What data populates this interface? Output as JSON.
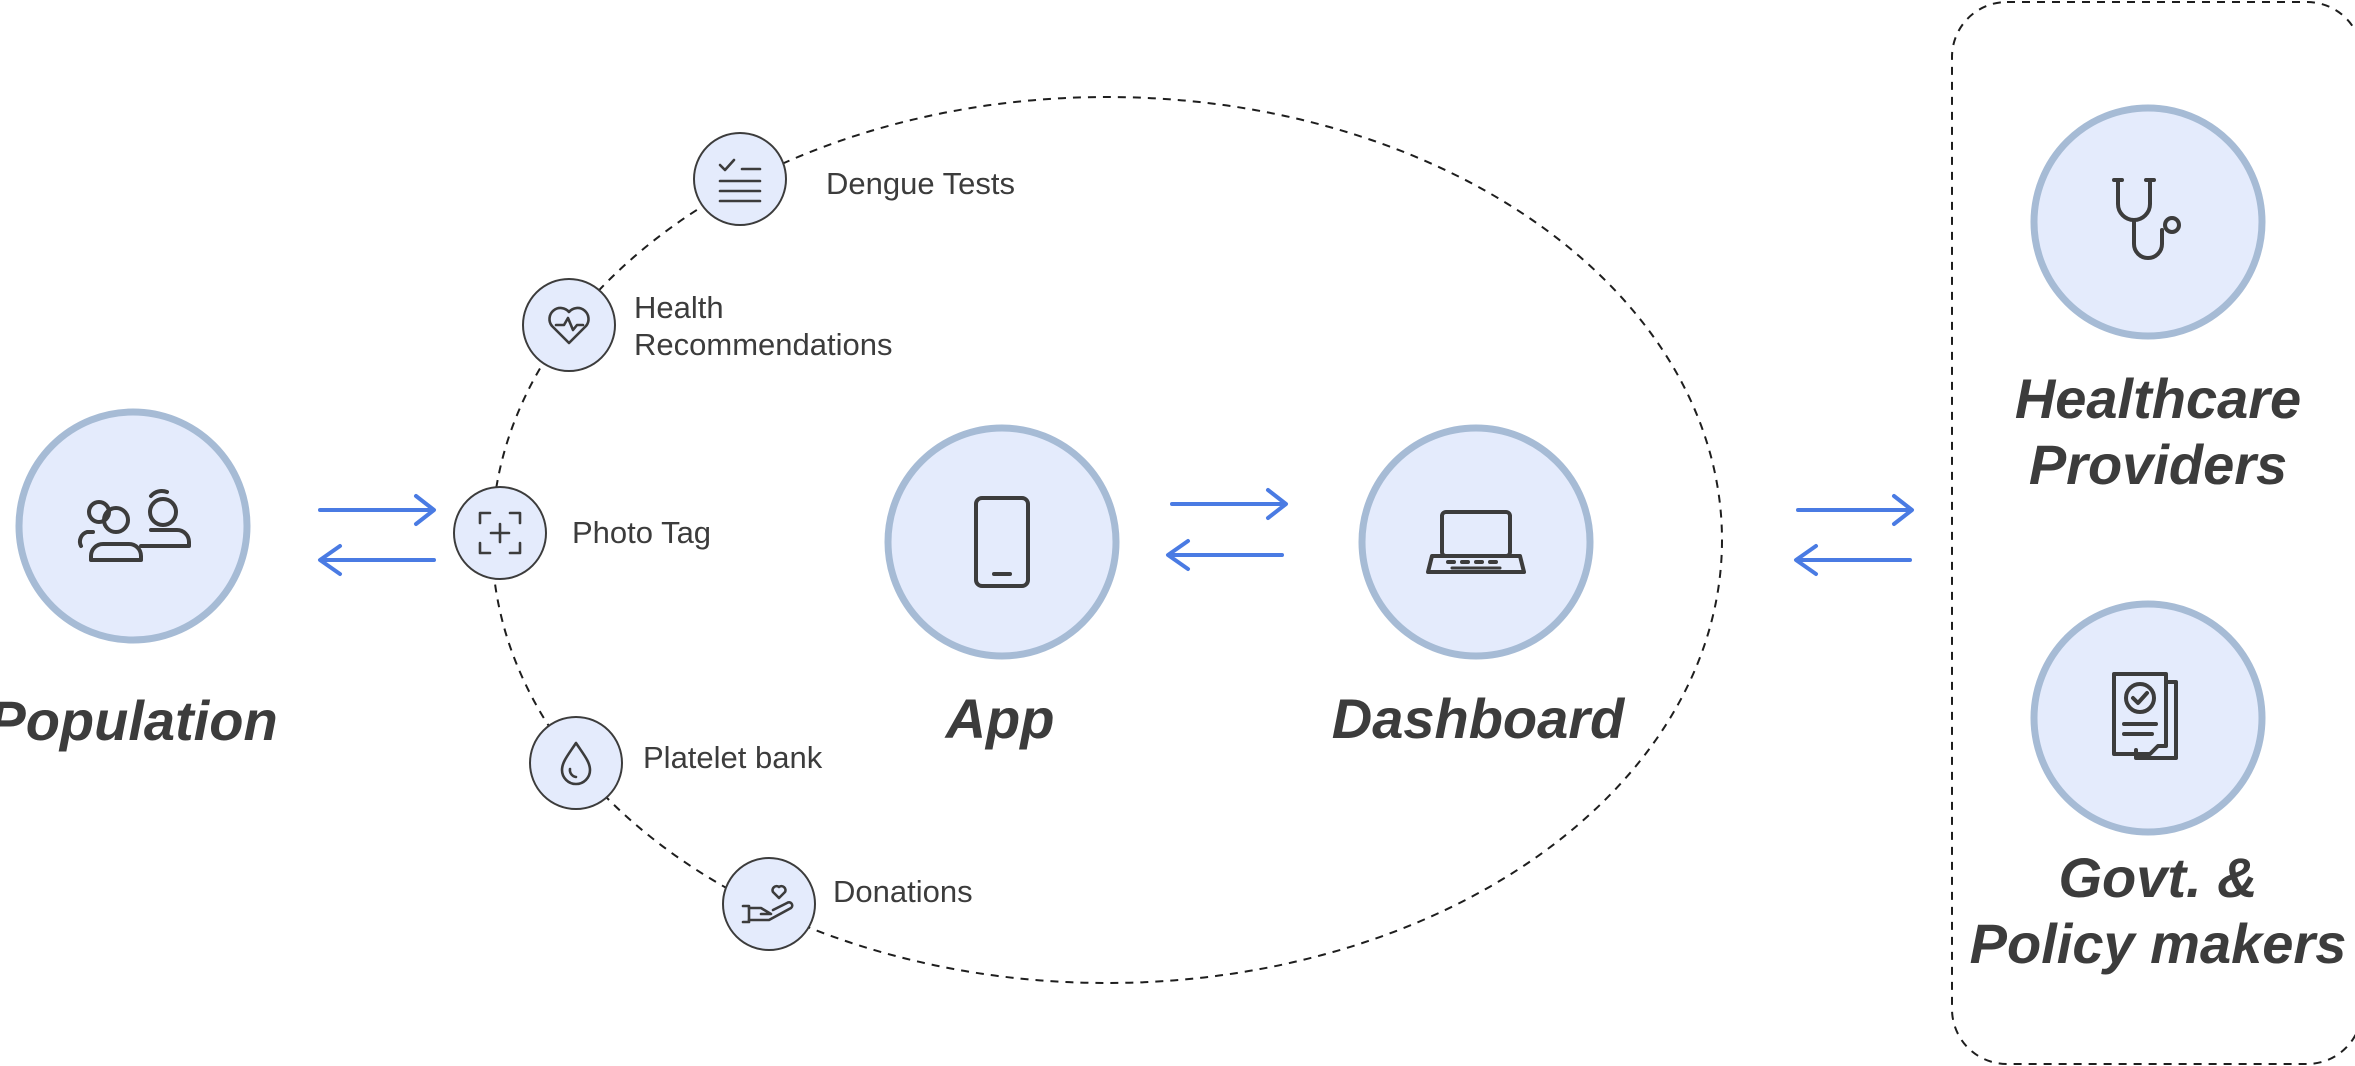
{
  "nodes": {
    "population": "Population",
    "app": "App",
    "dashboard": "Dashboard",
    "healthcare": [
      "Healthcare",
      "Providers"
    ],
    "govt": [
      "Govt. &",
      "Policy makers"
    ]
  },
  "features": {
    "dengue_tests": "Dengue Tests",
    "health_recommendations": [
      "Health",
      "Recommendations"
    ],
    "photo_tag": "Photo Tag",
    "platelet_bank": "Platelet bank",
    "donations": "Donations"
  },
  "icons": {
    "population": "people-group-icon",
    "app": "smartphone-icon",
    "dashboard": "laptop-icon",
    "healthcare": "stethoscope-icon",
    "govt": "certified-document-icon",
    "dengue_tests": "checklist-icon",
    "health_recommendations": "heart-pulse-icon",
    "photo_tag": "photo-tag-icon",
    "platelet_bank": "blood-drop-icon",
    "donations": "heart-hand-icon"
  },
  "colors": {
    "node_fill": "#e4ebfc",
    "node_ring": "#a6bbd5",
    "arrow": "#4a7be3",
    "text": "#3c3c3c"
  }
}
